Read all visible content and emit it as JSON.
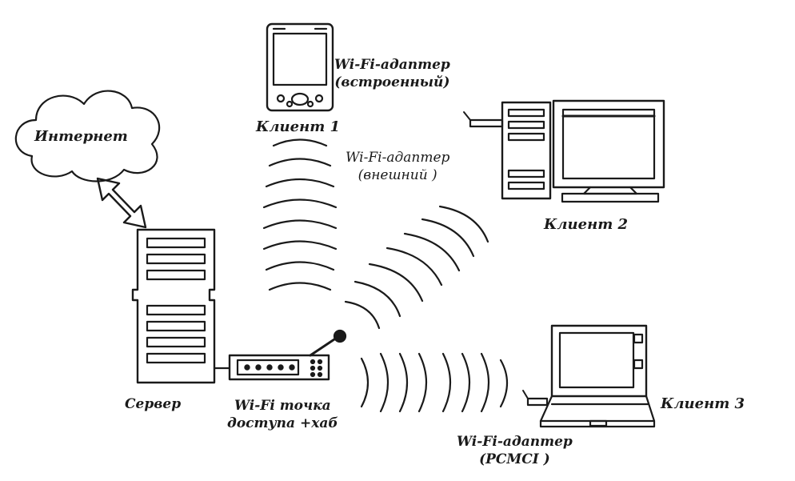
{
  "labels": {
    "internet": "Интернет",
    "client1": "Клиент 1",
    "client2": "Клиент 2",
    "client3": "Клиент 3",
    "server": "Сервер",
    "builtin_adapter_line1": "Wi-Fi-адаптер",
    "builtin_adapter_line2": "(встроенный)",
    "external_adapter_line1": "Wi-Fi-адаптер",
    "external_adapter_line2": "(внешний )",
    "access_point_line1": "Wi-Fi точка",
    "access_point_line2": "доступа +хаб",
    "pcmci_adapter_line1": "Wi-Fi-адаптер",
    "pcmci_adapter_line2": "(PCMCI )"
  },
  "colors": {
    "ink": "#1a1a1a",
    "paper": "#ffffff"
  },
  "icons": [
    "cloud",
    "double-arrow",
    "server-tower",
    "access-point-router",
    "pda",
    "desktop-pc",
    "laptop",
    "wireless-waves"
  ]
}
